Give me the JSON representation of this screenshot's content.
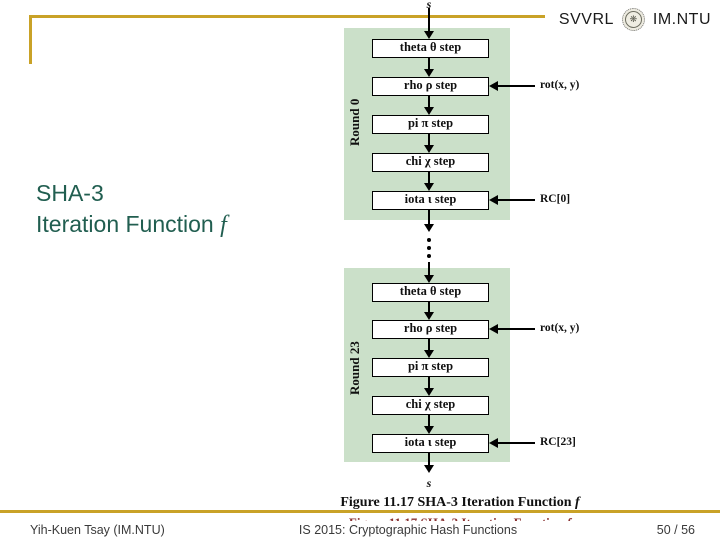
{
  "header": {
    "group_left": "SVVRL",
    "group_right": "IM.NTU",
    "logo_icon": "ntu-seal"
  },
  "title": {
    "line1": "SHA-3",
    "line2": "Iteration Function",
    "line2_italic": "f"
  },
  "diagram": {
    "input_label": "s",
    "output_label": "s",
    "rounds": [
      {
        "name": "Round 0",
        "steps": [
          "theta θ step",
          "rho ρ step",
          "pi π step",
          "chi χ step",
          "iota ι step"
        ],
        "rot_label": "rot(x, y)",
        "rc_label": "RC[0]"
      },
      {
        "name": "Round 23",
        "steps": [
          "theta θ step",
          "rho ρ step",
          "pi π step",
          "chi χ step",
          "iota ι step"
        ],
        "rot_label": "rot(x, y)",
        "rc_label": "RC[23]"
      }
    ],
    "colors": {
      "round_region": "#cbe0c9",
      "accent_gold": "#c9a227",
      "title_green": "#215e50"
    }
  },
  "caption": {
    "prefix": "Figure 11.17  SHA-3 Iteration Function ",
    "italic": "f"
  },
  "footer": {
    "left": "Yih-Kuen Tsay (IM.NTU)",
    "center": "IS 2015: Cryptographic Hash Functions",
    "right": "50 / 56"
  }
}
